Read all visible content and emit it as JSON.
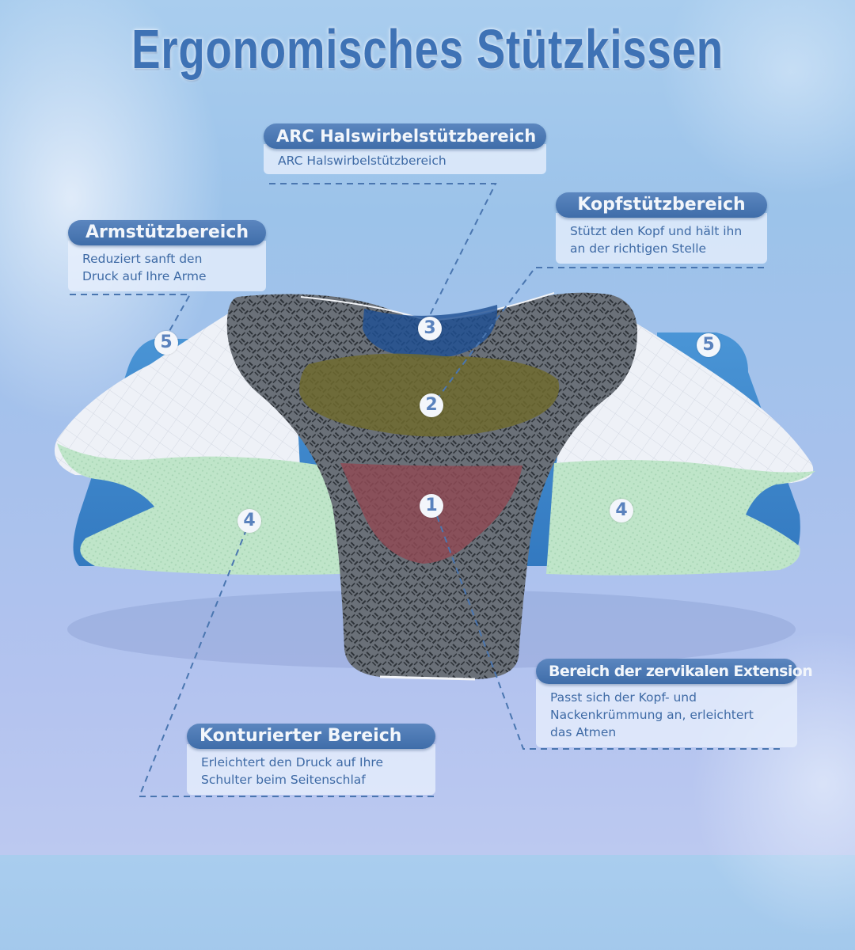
{
  "title": "Ergonomisches Stützkissen",
  "colors": {
    "title": "#3e72b5",
    "callout_header": "#4a78b3",
    "callout_body_text": "#3e6aa5",
    "leader_line": "#4a76b0",
    "zone_1": "#8e4a55",
    "zone_2": "#6f6a2e",
    "zone_3": "#1e4f93",
    "cover_grey": "#5f656d",
    "side_white": "#eef1f6",
    "side_green": "#bfe6c8",
    "base_blue": "#3f8bcf"
  },
  "callouts": {
    "arc": {
      "title": "ARC Halswirbelstützbereich",
      "lines": [
        "ARC Halswirbelstützbereich"
      ]
    },
    "arm": {
      "title": "Armstützbereich",
      "lines": [
        "Reduziert sanft den",
        "Druck auf Ihre Arme"
      ]
    },
    "head": {
      "title": "Kopfstützbereich",
      "lines": [
        "Stützt den Kopf und hält ihn",
        "an der richtigen Stelle"
      ]
    },
    "extension": {
      "title": "Bereich der zervikalen Extension",
      "lines": [
        "Passt sich der Kopf- und",
        "Nackenkrümmung an, erleichtert",
        "das Atmen"
      ]
    },
    "contoured": {
      "title": "Konturierter Bereich",
      "lines": [
        "Erleichtert den Druck auf Ihre",
        "Schulter beim Seitenschlaf"
      ]
    }
  },
  "markers": [
    {
      "id": "m1",
      "label": "1",
      "zone": "cervical extension"
    },
    {
      "id": "m2",
      "label": "2",
      "zone": "head support"
    },
    {
      "id": "m3",
      "label": "3",
      "zone": "ARC neck support"
    },
    {
      "id": "m4l",
      "label": "4",
      "zone": "contoured left"
    },
    {
      "id": "m4r",
      "label": "4",
      "zone": "contoured right"
    },
    {
      "id": "m5l",
      "label": "5",
      "zone": "arm support left"
    },
    {
      "id": "m5r",
      "label": "5",
      "zone": "arm support right"
    }
  ]
}
